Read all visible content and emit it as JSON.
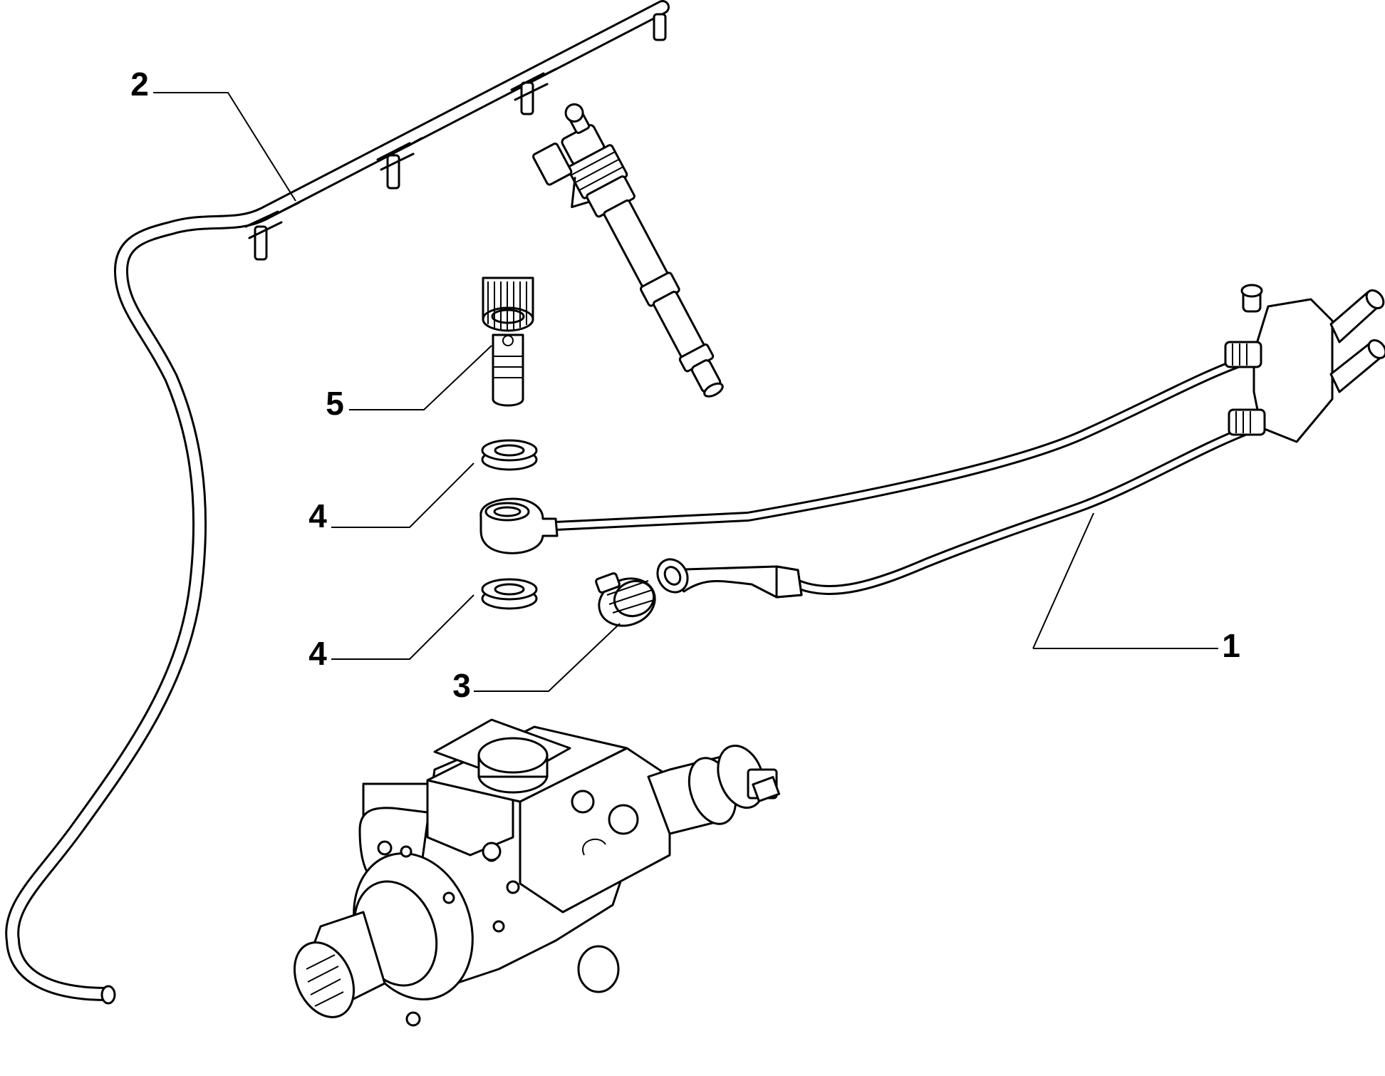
{
  "callouts": [
    {
      "number": "1"
    },
    {
      "number": "2"
    },
    {
      "number": "3"
    },
    {
      "number": "4"
    },
    {
      "number": "4"
    },
    {
      "number": "5"
    }
  ],
  "parts": {
    "part_1": "fuel-return-line-with-connector",
    "part_2": "injector-leak-off-hose",
    "part_3": "hose-clamp",
    "part_4": "sealing-washer",
    "part_5": "banjo-bolt",
    "injector": "fuel-injector",
    "pump": "high-pressure-fuel-pump"
  }
}
